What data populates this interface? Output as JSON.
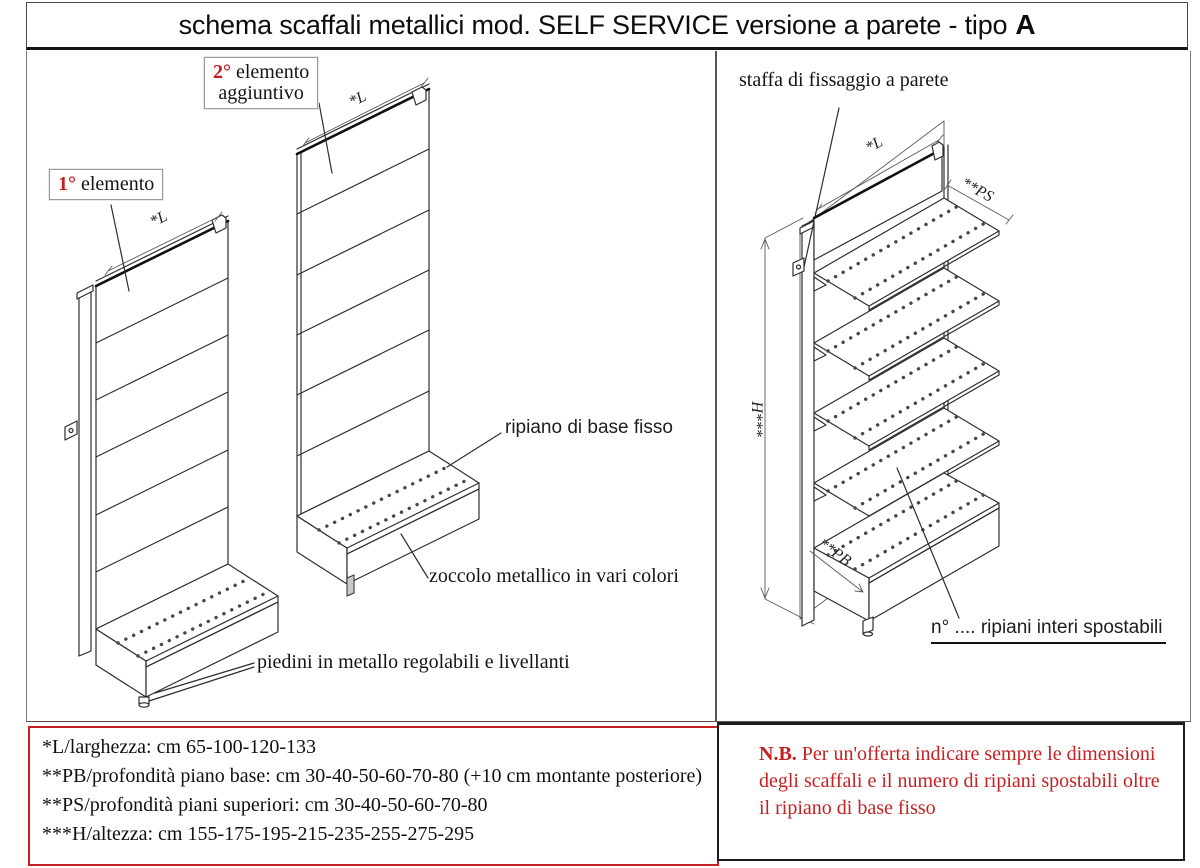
{
  "title": {
    "text": "schema scaffali metallici mod. SELF SERVICE versione a parete - tipo",
    "bold_letter": "A"
  },
  "left_panel": {
    "element1": {
      "number": "1°",
      "label": "elemento"
    },
    "element2": {
      "number": "2°",
      "label": "elemento",
      "label2": "aggiuntivo"
    },
    "annotations": {
      "base_shelf": "ripiano di base fisso",
      "plinth": "zoccolo metallico in vari colori",
      "feet": "piedini in metallo regolabili e livellanti"
    },
    "dimensions": {
      "width1": "*L",
      "width2": "*L"
    }
  },
  "right_panel": {
    "annotations": {
      "wall_bracket": "staffa di fissaggio a parete",
      "movable_shelves": "n° .... ripiani interi spostabili"
    },
    "dimensions": {
      "width": "*L",
      "upper_depth": "**PS",
      "base_depth": "**PB",
      "height": "H***"
    }
  },
  "legend": {
    "lines": [
      "*L/larghezza: cm 65-100-120-133",
      "**PB/profondità piano base: cm 30-40-50-60-70-80 (+10 cm montante posteriore)",
      "**PS/profondità piani superiori: cm 30-40-50-60-70-80",
      "***H/altezza: cm 155-175-195-215-235-255-275-295"
    ]
  },
  "note": {
    "prefix": "N.B.",
    "body": " Per un'offerta indicare sempre le dimensioni degli scaffali e il numero di ripiani spostabili oltre il ripiano di base fisso"
  },
  "colors": {
    "accent_red": "#c42222",
    "line": "#2e2e2e"
  }
}
